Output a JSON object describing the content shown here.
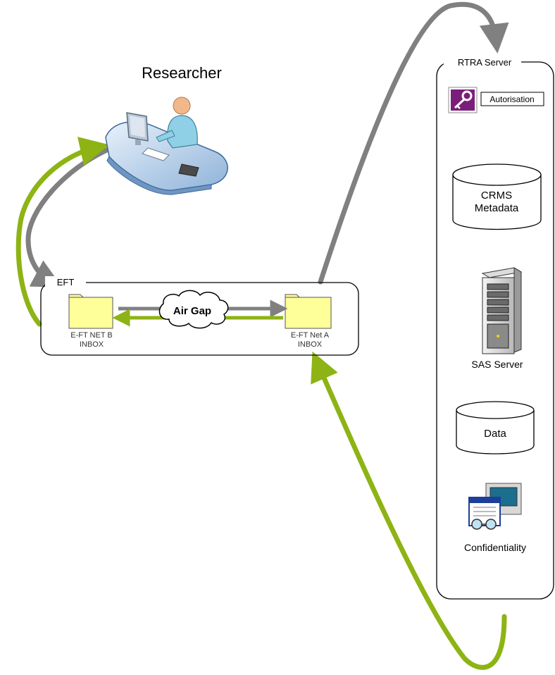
{
  "researcher": {
    "title": "Researcher"
  },
  "eft": {
    "group_label": "EFT",
    "air_gap_label": "Air Gap",
    "inbox_b": {
      "line1": "E-FT NET B",
      "line2": "INBOX"
    },
    "inbox_a": {
      "line1": "E-FT Net A",
      "line2": "INBOX"
    }
  },
  "rtra": {
    "group_label": "RTRA Server",
    "autorisation_label": "Autorisation",
    "crms": {
      "line1": "CRMS",
      "line2": "Metadata"
    },
    "sas_label": "SAS Server",
    "data_label": "Data",
    "confidentiality_label": "Confidentiality"
  },
  "colors": {
    "gray_flow": "#808080",
    "green_flow": "#8db414",
    "folder_fill": "#ffff99",
    "autorisation_key": "#7b1e7a"
  }
}
